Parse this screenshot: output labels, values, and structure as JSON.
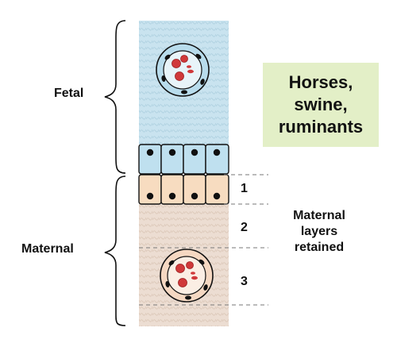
{
  "labels": {
    "fetal": "Fetal",
    "maternal": "Maternal",
    "layers": [
      "1",
      "2",
      "3"
    ]
  },
  "species_box": {
    "lines": [
      "Horses,",
      "swine,",
      "ruminants"
    ]
  },
  "note": {
    "lines": [
      "Maternal",
      "layers",
      "retained"
    ]
  },
  "colors": {
    "fetal_tissue": "#c9e3ef",
    "fetal_epithelium": "#bfe0ef",
    "maternal_tissue": "#ecddd2",
    "maternal_epithelium": "#f7dcc0",
    "species_box": "#e3efc7",
    "red_cell": "#d0393a",
    "nucleus": "#111111"
  }
}
